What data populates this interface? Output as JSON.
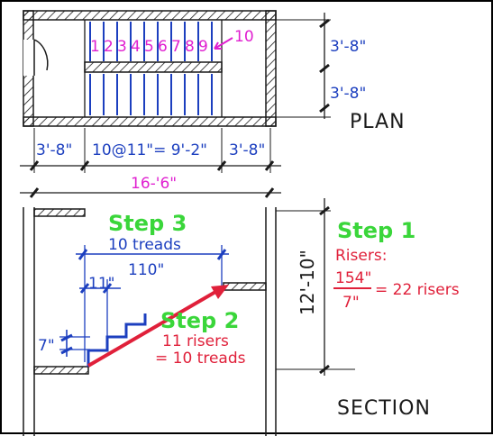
{
  "plan": {
    "title": "PLAN",
    "tread_numbers": [
      "1",
      "2",
      "3",
      "4",
      "5",
      "6",
      "7",
      "8",
      "9"
    ],
    "tenth_tread": "10",
    "dims_right": [
      "3'-8\"",
      "3'-8\""
    ],
    "dims_bottom": [
      "3'-8\"",
      "10@11\"= 9'-2\"",
      "3'-8\""
    ],
    "overall": "16-'6\""
  },
  "section": {
    "title": "SECTION",
    "height": "12'-10\"",
    "step1": {
      "heading": "Step 1",
      "risers_label": "Risers:",
      "numerator": "154\"",
      "denominator": "7\"",
      "result": "= 22 risers"
    },
    "step2": {
      "heading": "Step 2",
      "line1": "11 risers",
      "line2": "= 10 treads"
    },
    "step3": {
      "heading": "Step 3",
      "treads": "10 treads",
      "run": "110\"",
      "tread_depth": "11\"",
      "riser_height": "7\""
    }
  },
  "colors": {
    "ink": "#1a1a1a",
    "blue": "#1c3fbf",
    "magenta": "#e020d0",
    "green": "#3ad63a",
    "red": "#e0203a"
  }
}
